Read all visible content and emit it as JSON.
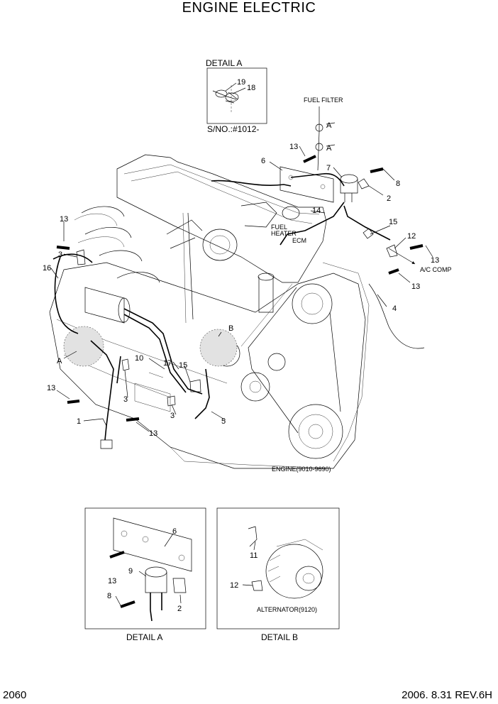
{
  "title": "ENGINE ELECTRIC",
  "footer": {
    "page_number": "2060",
    "revision": "2006. 8.31  REV.6H"
  },
  "detail_a_top": {
    "heading": "DETAIL A",
    "serial": "S/NO.:#1012-",
    "callouts": [
      "19",
      "18"
    ]
  },
  "main": {
    "labels": {
      "fuel_filter": "FUEL FILTER",
      "fuel_heater_1": "FUEL",
      "fuel_heater_2": "HEATER",
      "ecm": "ECM",
      "ac_comp": "A/C COMP",
      "engine": "ENGINE(9010-9690)",
      "ref_a1": "A",
      "ref_a2": "A",
      "ref_a_left": "A",
      "ref_b": "B"
    },
    "callouts": {
      "c13_top": "13",
      "c6": "6",
      "c7": "7",
      "c8": "8",
      "c2": "2",
      "c14": "14",
      "c15_right": "15",
      "c12": "12",
      "c13_ac": "13",
      "c13_mid": "13",
      "c4": "4",
      "c13_left": "13",
      "c3_left": "3",
      "c16": "16",
      "c10": "10",
      "c17": "17",
      "c15_mid": "15",
      "c3_mid": "3",
      "c3_low": "3",
      "c13_lower": "13",
      "c1": "1",
      "c13_bot": "13",
      "c5": "5"
    }
  },
  "detail_a_box": {
    "caption": "DETAIL A",
    "callouts": {
      "c6": "6",
      "c13": "13",
      "c9": "9",
      "c8": "8",
      "c2": "2"
    }
  },
  "detail_b_box": {
    "caption": "DETAIL B",
    "label": "ALTERNATOR(9120)",
    "callouts": {
      "c11": "11",
      "c12": "12"
    }
  }
}
